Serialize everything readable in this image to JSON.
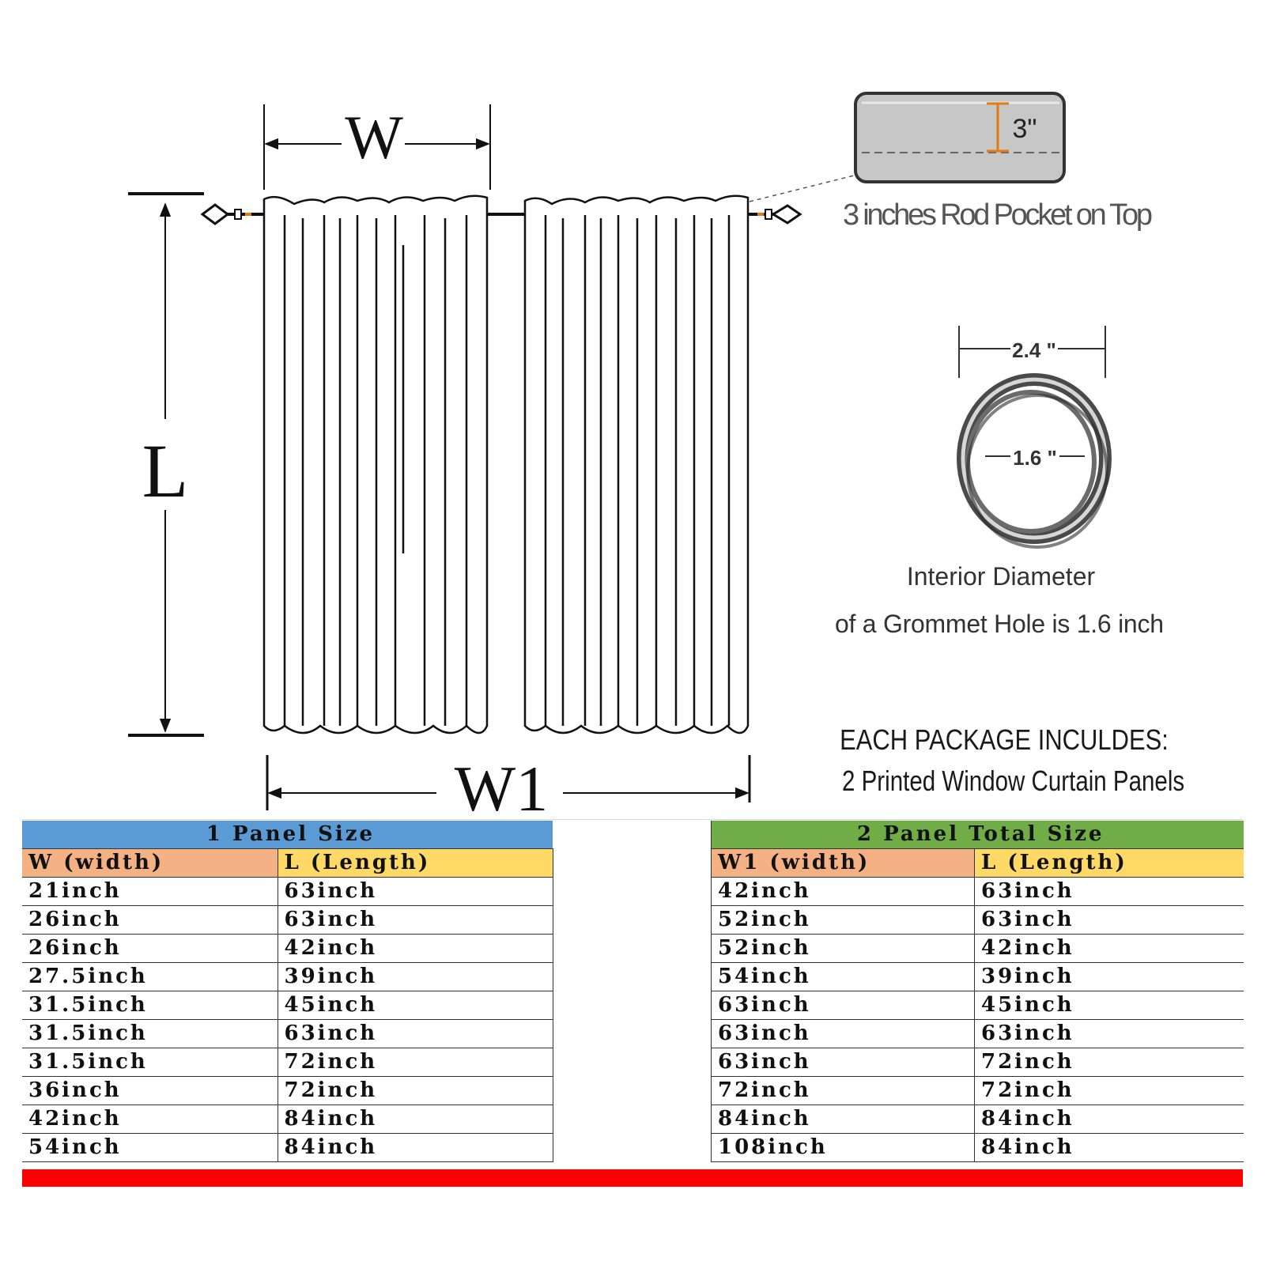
{
  "diagram": {
    "label_w": "W",
    "label_l": "L",
    "label_w1": "W1",
    "rod_pocket_size": "3\"",
    "rod_pocket_caption": "3 inches Rod Pocket on Top",
    "grommet_outer": "2.4 \"",
    "grommet_inner": "1.6 \"",
    "grommet_caption_line1": "Interior Diameter",
    "grommet_caption_line2": "of a Grommet Hole is 1.6 inch",
    "package_line1": "EACH PACKAGE INCULDES:",
    "package_line2": "2 Printed Window Curtain Panels"
  },
  "colors": {
    "table1_title_bg": "#5b9bd5",
    "table2_title_bg": "#70ad47",
    "width_header_bg": "#f4b183",
    "length_header_bg": "#ffd966",
    "bottom_bar": "#ff0000",
    "pocket_marker": "#e07b16"
  },
  "table1": {
    "title": "1 Panel Size",
    "col_width": "W (width)",
    "col_length": "L (Length)",
    "rows": [
      [
        "21inch",
        "63inch"
      ],
      [
        "26inch",
        "63inch"
      ],
      [
        "26inch",
        "42inch"
      ],
      [
        "27.5inch",
        "39inch"
      ],
      [
        "31.5inch",
        "45inch"
      ],
      [
        "31.5inch",
        "63inch"
      ],
      [
        "31.5inch",
        "72inch"
      ],
      [
        "36inch",
        "72inch"
      ],
      [
        "42inch",
        "84inch"
      ],
      [
        "54inch",
        "84inch"
      ]
    ]
  },
  "table2": {
    "title": "2 Panel Total Size",
    "col_width": "W1 (width)",
    "col_length": "L (Length)",
    "rows": [
      [
        "42inch",
        "63inch"
      ],
      [
        "52inch",
        "63inch"
      ],
      [
        "52inch",
        "42inch"
      ],
      [
        "54inch",
        "39inch"
      ],
      [
        "63inch",
        "45inch"
      ],
      [
        "63inch",
        "63inch"
      ],
      [
        "63inch",
        "72inch"
      ],
      [
        "72inch",
        "72inch"
      ],
      [
        "84inch",
        "84inch"
      ],
      [
        "108inch",
        "84inch"
      ]
    ]
  }
}
